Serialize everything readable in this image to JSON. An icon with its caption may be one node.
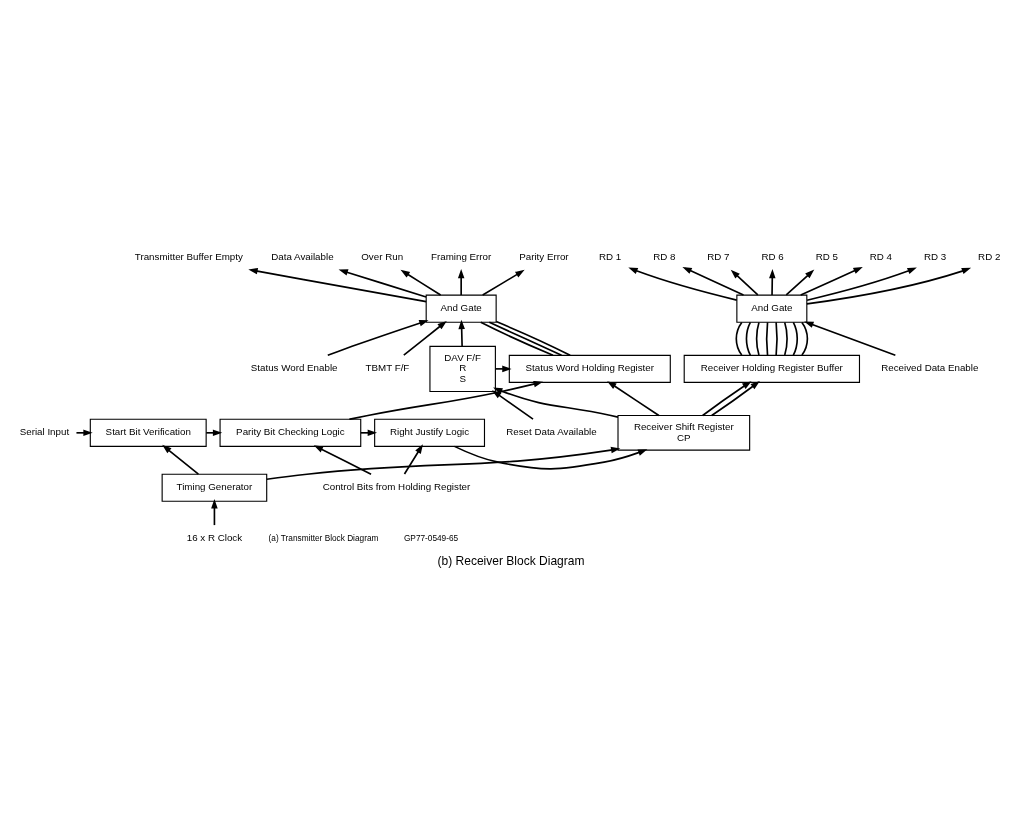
{
  "diagram": {
    "caption": "(b) Receiver Block Diagram",
    "nodes": [
      {
        "text": [
          "And Gate"
        ]
      },
      {
        "text": [
          "Receiver Holding Register Buffer"
        ]
      },
      {
        "text": [
          "DAV F/F",
          "R",
          "S"
        ]
      },
      {
        "text": [
          "And Gate"
        ]
      },
      {
        "text": [
          "Status Word Holding Register"
        ]
      },
      {
        "text": [
          "Start Bit Verification"
        ]
      },
      {
        "text": [
          "Parity Bit Checking Logic"
        ]
      },
      {
        "text": [
          "Right Justify Logic"
        ]
      },
      {
        "text": [
          "Receiver Shift Register",
          "CP"
        ]
      },
      {
        "text": [
          "Timing Generator"
        ]
      },
      {
        "text": [
          "Received Data Enable"
        ]
      },
      {
        "text": [
          "RD 8"
        ]
      },
      {
        "text": [
          "RD 7"
        ]
      },
      {
        "text": [
          "RD 6"
        ]
      },
      {
        "text": [
          "RD 5"
        ]
      },
      {
        "text": [
          "RD 4"
        ]
      },
      {
        "text": [
          "RD 3"
        ]
      },
      {
        "text": [
          "RD 2"
        ]
      },
      {
        "text": [
          "RD 1"
        ]
      },
      {
        "text": [
          "Status Word Enable"
        ]
      },
      {
        "text": [
          "Reset Data Available"
        ]
      },
      {
        "text": [
          "Data Available"
        ]
      },
      {
        "text": [
          "Over Run"
        ]
      },
      {
        "text": [
          "Framing Error"
        ]
      },
      {
        "text": [
          "Parity Error"
        ]
      },
      {
        "text": [
          "Transmitter Buffer Empty"
        ]
      },
      {
        "text": [
          "TBMT F/F"
        ]
      },
      {
        "text": [
          "Control Bits from Holding Register"
        ]
      },
      {
        "text": [
          "Serial Input"
        ]
      },
      {
        "text": [
          "16 x R Clock"
        ]
      }
    ],
    "edges": [
      {
        "from": 10,
        "to": 0,
        "arrow": "to"
      },
      {
        "from": 0,
        "to": 11,
        "arrow": "to"
      },
      {
        "from": 0,
        "to": 12,
        "arrow": "to"
      },
      {
        "from": 0,
        "to": 13,
        "arrow": "to"
      },
      {
        "from": 0,
        "to": 14,
        "arrow": "to"
      },
      {
        "from": 0,
        "to": 15,
        "arrow": "to"
      },
      {
        "from": 0,
        "to": 16,
        "arrow": "to"
      },
      {
        "from": 0,
        "to": 17,
        "arrow": "to"
      },
      {
        "from": 0,
        "to": 18,
        "arrow": "to"
      },
      {
        "from": 1,
        "to": 0,
        "arrow": "none"
      },
      {
        "from": 1,
        "to": 0,
        "arrow": "none"
      },
      {
        "from": 1,
        "to": 0,
        "arrow": "none"
      },
      {
        "from": 1,
        "to": 0,
        "arrow": "none"
      },
      {
        "from": 1,
        "to": 0,
        "arrow": "none"
      },
      {
        "from": 1,
        "to": 0,
        "arrow": "none"
      },
      {
        "from": 1,
        "to": 0,
        "arrow": "none"
      },
      {
        "from": 1,
        "to": 0,
        "arrow": "none"
      },
      {
        "from": 19,
        "to": 3,
        "arrow": "to"
      },
      {
        "from": 26,
        "to": 3,
        "arrow": "to"
      },
      {
        "from": 3,
        "to": 21,
        "arrow": "to"
      },
      {
        "from": 3,
        "to": 22,
        "arrow": "to"
      },
      {
        "from": 3,
        "to": 23,
        "arrow": "to"
      },
      {
        "from": 3,
        "to": 24,
        "arrow": "to"
      },
      {
        "from": 3,
        "to": 25,
        "arrow": "to"
      },
      {
        "from": 4,
        "to": 3,
        "arrow": "none"
      },
      {
        "from": 4,
        "to": 3,
        "arrow": "none"
      },
      {
        "from": 4,
        "to": 3,
        "arrow": "none"
      },
      {
        "from": 2,
        "to": 3,
        "arrow": "to"
      },
      {
        "from": 20,
        "to": 2,
        "arrow": "to"
      },
      {
        "from": 8,
        "to": 1,
        "arrow": "to"
      },
      {
        "from": 8,
        "to": 2,
        "arrow": "to"
      },
      {
        "from": 2,
        "to": 4,
        "arrow": "to"
      },
      {
        "from": 8,
        "to": 1,
        "arrow": "to"
      },
      {
        "from": 8,
        "to": 4,
        "arrow": "to"
      },
      {
        "from": 6,
        "to": 4,
        "arrow": "to"
      },
      {
        "from": 27,
        "to": 6,
        "arrow": "to"
      },
      {
        "from": 27,
        "to": 7,
        "arrow": "to"
      },
      {
        "from": 28,
        "to": 5,
        "arrow": "to"
      },
      {
        "from": 5,
        "to": 6,
        "arrow": "to"
      },
      {
        "from": 6,
        "to": 7,
        "arrow": "to"
      },
      {
        "from": 7,
        "to": 8,
        "arrow": "to"
      },
      {
        "from": 29,
        "to": 9,
        "arrow": "to"
      },
      {
        "from": 9,
        "to": 5,
        "arrow": "to"
      },
      {
        "from": 9,
        "to": 8,
        "arrow": "to"
      }
    ],
    "labels": [
      "(a) Transmitter Block Diagram",
      "GP77-0549-65"
    ]
  }
}
